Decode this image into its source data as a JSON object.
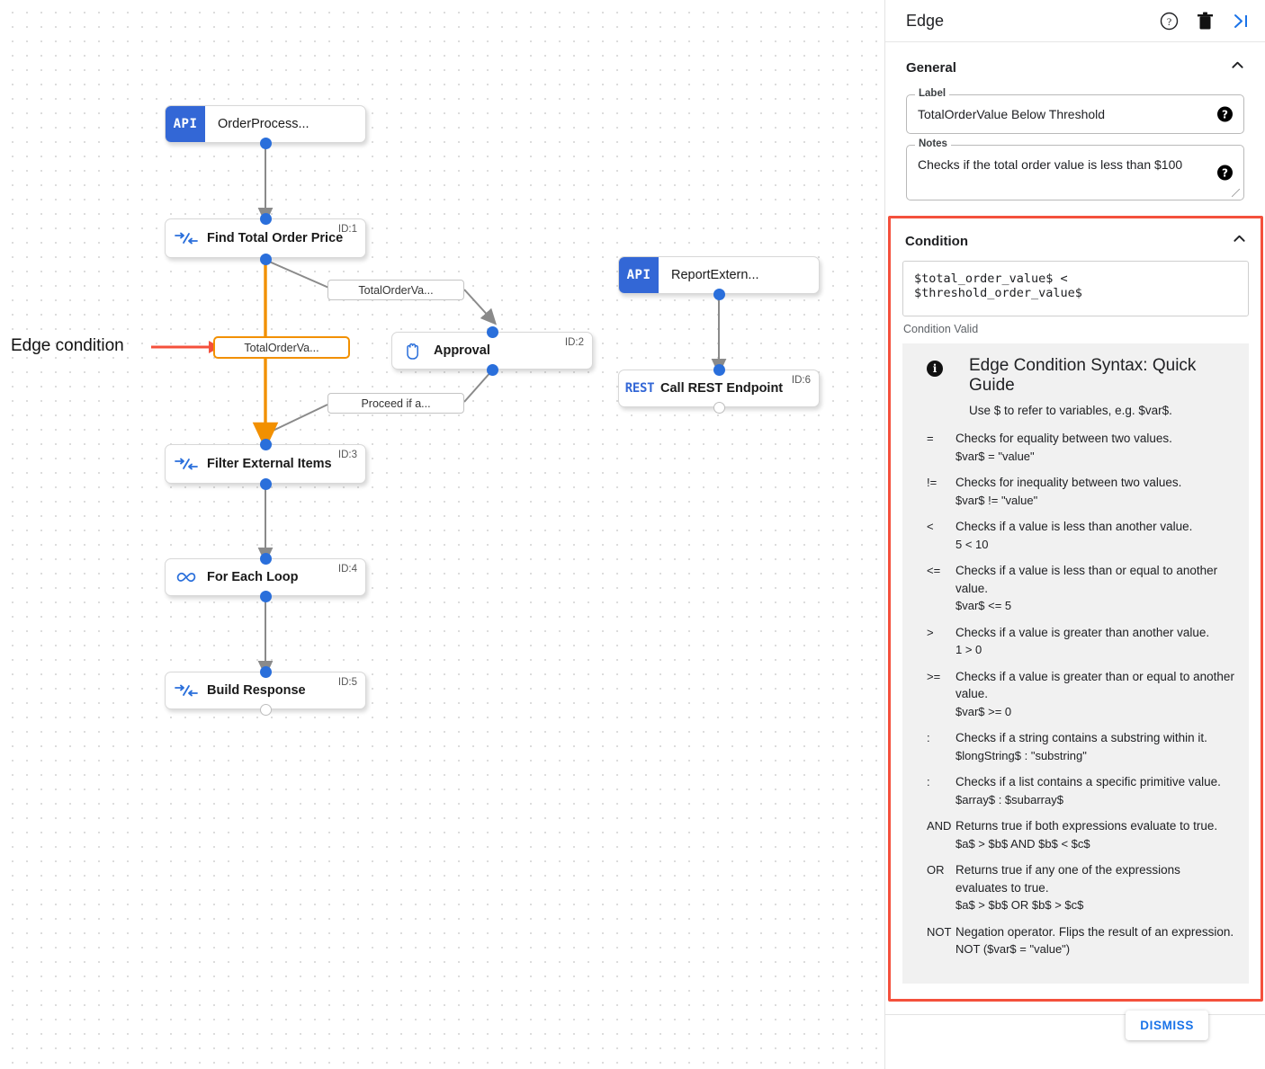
{
  "panel": {
    "title": "Edge",
    "header_icons": [
      {
        "name": "help-icon",
        "glyph": "?"
      },
      {
        "name": "delete-icon",
        "glyph": "trash"
      },
      {
        "name": "collapse-panel-icon",
        "glyph": "collapse-right"
      }
    ],
    "general": {
      "section_title": "General",
      "label_legend": "Label",
      "label_value": "TotalOrderValue Below Threshold",
      "notes_legend": "Notes",
      "notes_value": "Checks if the total order value is less than $100",
      "help_glyph": "?"
    },
    "condition": {
      "section_title": "Condition",
      "expression": "$total_order_value$ < $threshold_order_value$",
      "status": "Condition Valid",
      "highlight_color": "#f4503c",
      "guide": {
        "title": "Edge Condition Syntax: Quick Guide",
        "subtitle": "Use $ to refer to variables, e.g. $var$.",
        "operators": [
          {
            "op": "=",
            "desc": "Checks for equality between two values.",
            "example": "$var$ = \"value\""
          },
          {
            "op": "!=",
            "desc": "Checks for inequality between two values.",
            "example": "$var$ != \"value\""
          },
          {
            "op": "<",
            "desc": "Checks if a value is less than another value.",
            "example": "5 < 10"
          },
          {
            "op": "<=",
            "desc": "Checks if a value is less than or equal to another value.",
            "example": "$var$ <= 5"
          },
          {
            "op": ">",
            "desc": "Checks if a value is greater than another value.",
            "example": "1 > 0"
          },
          {
            "op": ">=",
            "desc": "Checks if a value is greater than or equal to another value.",
            "example": "$var$ >= 0"
          },
          {
            "op": ":",
            "desc": "Checks if a string contains a substring within it.",
            "example": "$longString$ : \"substring\""
          },
          {
            "op": ":",
            "desc": "Checks if a list contains a specific primitive value.",
            "example": "$array$ : $subarray$"
          },
          {
            "op": "AND",
            "desc": "Returns true if both expressions evaluate to true.",
            "example": "$a$ > $b$ AND $b$ < $c$"
          },
          {
            "op": "OR",
            "desc": "Returns true if any one of the expressions evaluates to true.",
            "example": "$a$ > $b$ OR $b$ > $c$"
          },
          {
            "op": "NOT",
            "desc": "Negation operator. Flips the result of an expression.",
            "example": "NOT ($var$ = \"value\")"
          }
        ]
      }
    },
    "dismiss_label": "DISMISS"
  },
  "canvas": {
    "annotation": {
      "text": "Edge condition",
      "arrow_color": "#f4503c"
    },
    "accent_edge_color": "#f29000",
    "nodes": [
      {
        "id": "n-orderprocess",
        "label": "OrderProcess...",
        "kind": "api",
        "chip": "API",
        "node_id": ""
      },
      {
        "id": "n-find-total",
        "label": "Find Total Order Price",
        "kind": "task",
        "icon": "merge-arrows-icon",
        "node_id": "ID:1"
      },
      {
        "id": "n-approval",
        "label": "Approval",
        "kind": "task",
        "icon": "hand-icon",
        "node_id": "ID:2"
      },
      {
        "id": "n-filter",
        "label": "Filter External Items",
        "kind": "task",
        "icon": "merge-arrows-icon",
        "node_id": "ID:3"
      },
      {
        "id": "n-foreach",
        "label": "For Each Loop",
        "kind": "task",
        "icon": "infinity-icon",
        "node_id": "ID:4"
      },
      {
        "id": "n-build",
        "label": "Build Response",
        "kind": "task",
        "icon": "merge-arrows-icon",
        "node_id": "ID:5"
      },
      {
        "id": "n-reportextern",
        "label": "ReportExtern...",
        "kind": "api",
        "chip": "API",
        "node_id": ""
      },
      {
        "id": "n-callrest",
        "label": "Call REST Endpoint",
        "kind": "rest",
        "chip": "REST",
        "node_id": "ID:6"
      }
    ],
    "edge_labels": [
      {
        "id": "el-top",
        "text": "TotalOrderVa...",
        "selected": false
      },
      {
        "id": "el-selected",
        "text": "TotalOrderVa...",
        "selected": true
      },
      {
        "id": "el-proceed",
        "text": "Proceed if a...",
        "selected": false
      }
    ]
  }
}
